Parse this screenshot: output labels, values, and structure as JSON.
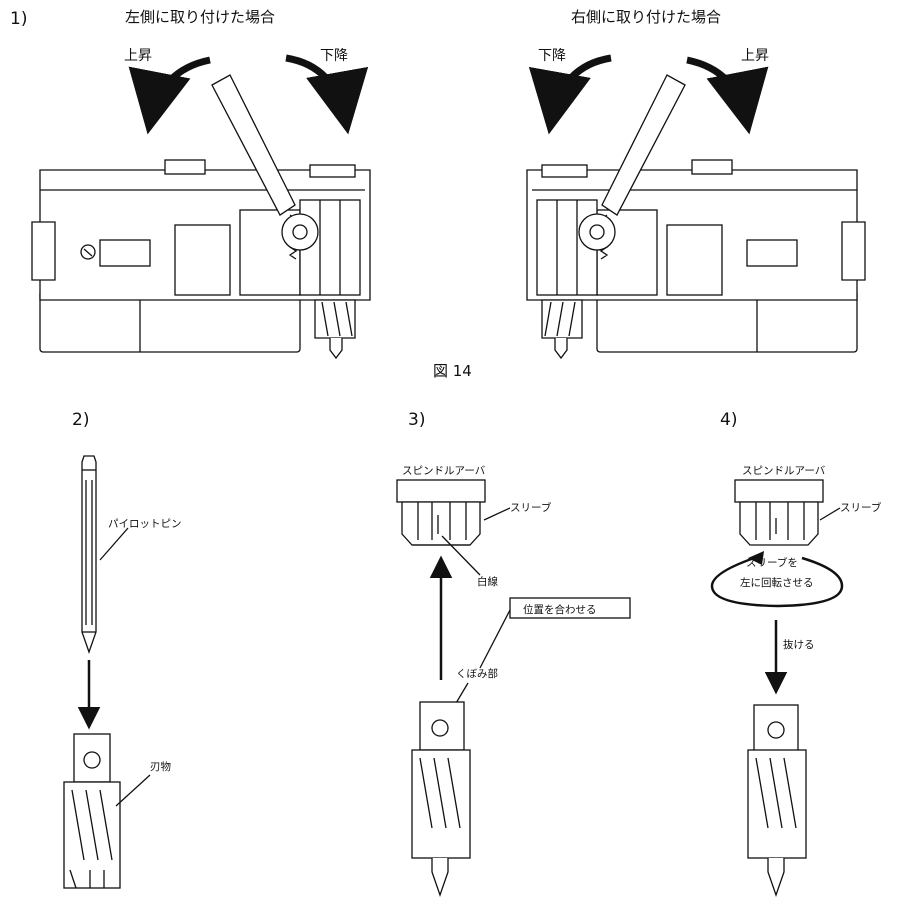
{
  "steps": {
    "s1": "1)",
    "s2": "2)",
    "s3": "3)",
    "s4": "4)"
  },
  "panel1": {
    "left_title": "左側に取り付けた場合",
    "right_title": "右側に取り付けた場合",
    "raise": "上昇",
    "lower": "下降",
    "caption": "図 14"
  },
  "panel2": {
    "pilot_pin": "パイロットピン",
    "cutter": "刃物"
  },
  "panel3": {
    "arbor": "スピンドルアーバ",
    "sleeve": "スリーブ",
    "white_line": "白線",
    "align": "位置を合わせる",
    "recess": "くぼみ部"
  },
  "panel4": {
    "arbor": "スピンドルアーバ",
    "sleeve": "スリーブ",
    "rotate_line1": "スリーブを",
    "rotate_line2": "左に回転させる",
    "remove": "抜ける"
  }
}
